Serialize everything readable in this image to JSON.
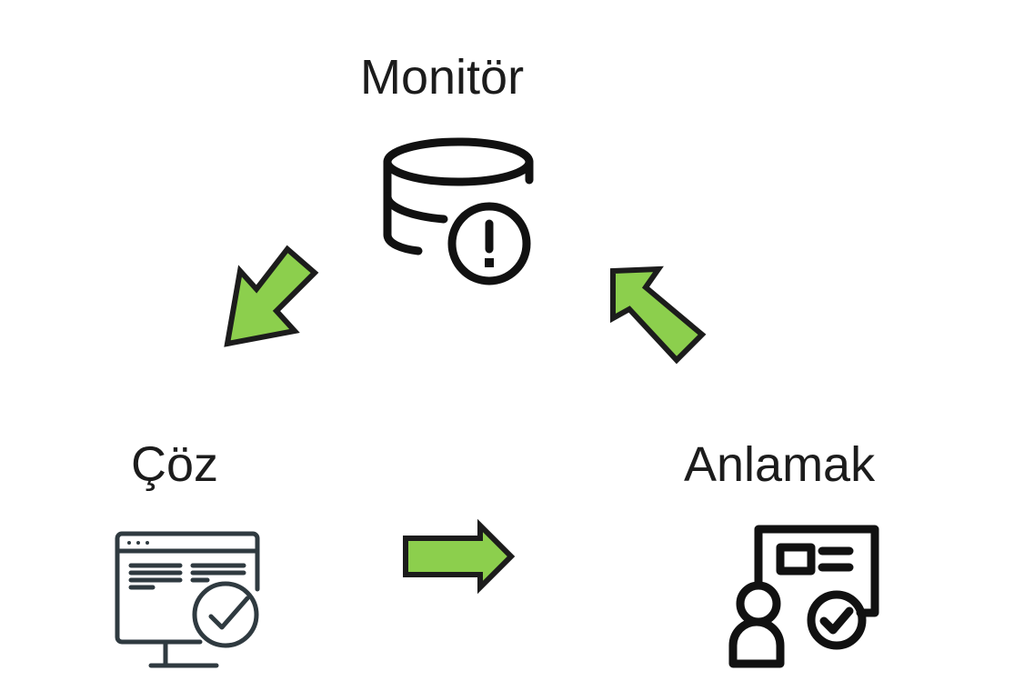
{
  "nodes": {
    "monitor": {
      "label": "Monitör",
      "icon": "database-alert-icon"
    },
    "solve": {
      "label": "Çöz",
      "icon": "monitor-check-icon"
    },
    "understand": {
      "label": "Anlamak",
      "icon": "presenter-check-icon"
    }
  },
  "arrows": [
    {
      "from": "monitor",
      "to": "solve",
      "icon": "arrow-down-left-icon"
    },
    {
      "from": "solve",
      "to": "understand",
      "icon": "arrow-right-icon"
    },
    {
      "from": "understand",
      "to": "monitor",
      "icon": "arrow-up-left-icon"
    }
  ],
  "colors": {
    "arrow_fill": "#8ccf4d",
    "arrow_stroke": "#1c1c1c",
    "icon_dark": "#111111",
    "icon_slate": "#2f3a40",
    "text": "#1c1c1c"
  }
}
